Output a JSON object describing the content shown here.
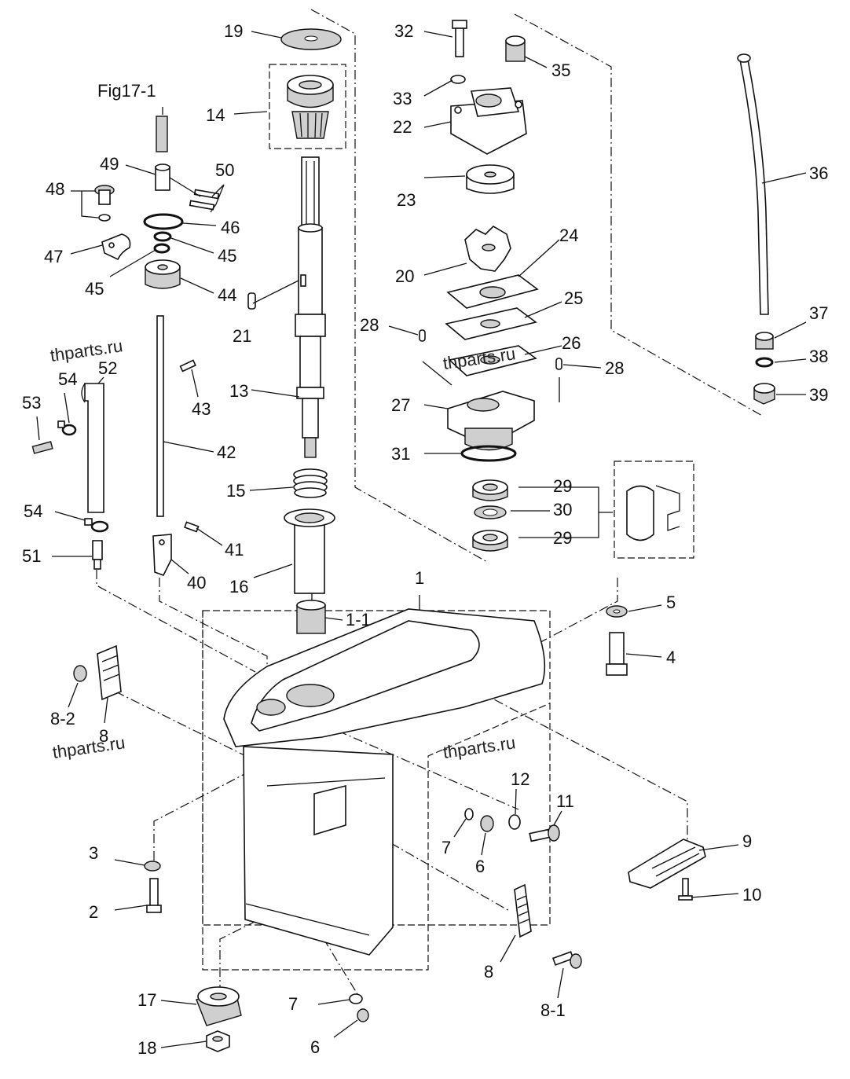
{
  "figure_ref": "Fig17-1",
  "watermarks": [
    "thparts.ru",
    "thparts.ru",
    "thparts.ru",
    "thparts.ru"
  ],
  "callouts": [
    {
      "id": "c19",
      "text": "19"
    },
    {
      "id": "c14",
      "text": "14"
    },
    {
      "id": "c49",
      "text": "49"
    },
    {
      "id": "c50",
      "text": "50"
    },
    {
      "id": "c48",
      "text": "48"
    },
    {
      "id": "c46",
      "text": "46"
    },
    {
      "id": "c47",
      "text": "47"
    },
    {
      "id": "c45a",
      "text": "45"
    },
    {
      "id": "c45b",
      "text": "45"
    },
    {
      "id": "c44",
      "text": "44"
    },
    {
      "id": "c21",
      "text": "21"
    },
    {
      "id": "c13",
      "text": "13"
    },
    {
      "id": "c43",
      "text": "43"
    },
    {
      "id": "c52",
      "text": "52"
    },
    {
      "id": "c54a",
      "text": "54"
    },
    {
      "id": "c53",
      "text": "53"
    },
    {
      "id": "c42",
      "text": "42"
    },
    {
      "id": "c15",
      "text": "15"
    },
    {
      "id": "c54b",
      "text": "54"
    },
    {
      "id": "c41",
      "text": "41"
    },
    {
      "id": "c51",
      "text": "51"
    },
    {
      "id": "c40",
      "text": "40"
    },
    {
      "id": "c16",
      "text": "16"
    },
    {
      "id": "c1",
      "text": "1"
    },
    {
      "id": "c1_1",
      "text": "1-1"
    },
    {
      "id": "c32",
      "text": "32"
    },
    {
      "id": "c35",
      "text": "35"
    },
    {
      "id": "c33",
      "text": "33"
    },
    {
      "id": "c22",
      "text": "22"
    },
    {
      "id": "c23",
      "text": "23"
    },
    {
      "id": "c24",
      "text": "24"
    },
    {
      "id": "c20",
      "text": "20"
    },
    {
      "id": "c25",
      "text": "25"
    },
    {
      "id": "c28a",
      "text": "28"
    },
    {
      "id": "c26",
      "text": "26"
    },
    {
      "id": "c28b",
      "text": "28"
    },
    {
      "id": "c27",
      "text": "27"
    },
    {
      "id": "c31",
      "text": "31"
    },
    {
      "id": "c29a",
      "text": "29"
    },
    {
      "id": "c30",
      "text": "30"
    },
    {
      "id": "c29b",
      "text": "29"
    },
    {
      "id": "c36",
      "text": "36"
    },
    {
      "id": "c37",
      "text": "37"
    },
    {
      "id": "c38",
      "text": "38"
    },
    {
      "id": "c39",
      "text": "39"
    },
    {
      "id": "c5",
      "text": "5"
    },
    {
      "id": "c4",
      "text": "4"
    },
    {
      "id": "c8_2",
      "text": "8-2"
    },
    {
      "id": "c8a",
      "text": "8"
    },
    {
      "id": "c12",
      "text": "12"
    },
    {
      "id": "c11",
      "text": "11"
    },
    {
      "id": "c7a",
      "text": "7"
    },
    {
      "id": "c6a",
      "text": "6"
    },
    {
      "id": "c9",
      "text": "9"
    },
    {
      "id": "c10",
      "text": "10"
    },
    {
      "id": "c3",
      "text": "3"
    },
    {
      "id": "c2",
      "text": "2"
    },
    {
      "id": "c8b",
      "text": "8"
    },
    {
      "id": "c8_1",
      "text": "8-1"
    },
    {
      "id": "c17",
      "text": "17"
    },
    {
      "id": "c7b",
      "text": "7"
    },
    {
      "id": "c18",
      "text": "18"
    },
    {
      "id": "c6b",
      "text": "6"
    }
  ]
}
